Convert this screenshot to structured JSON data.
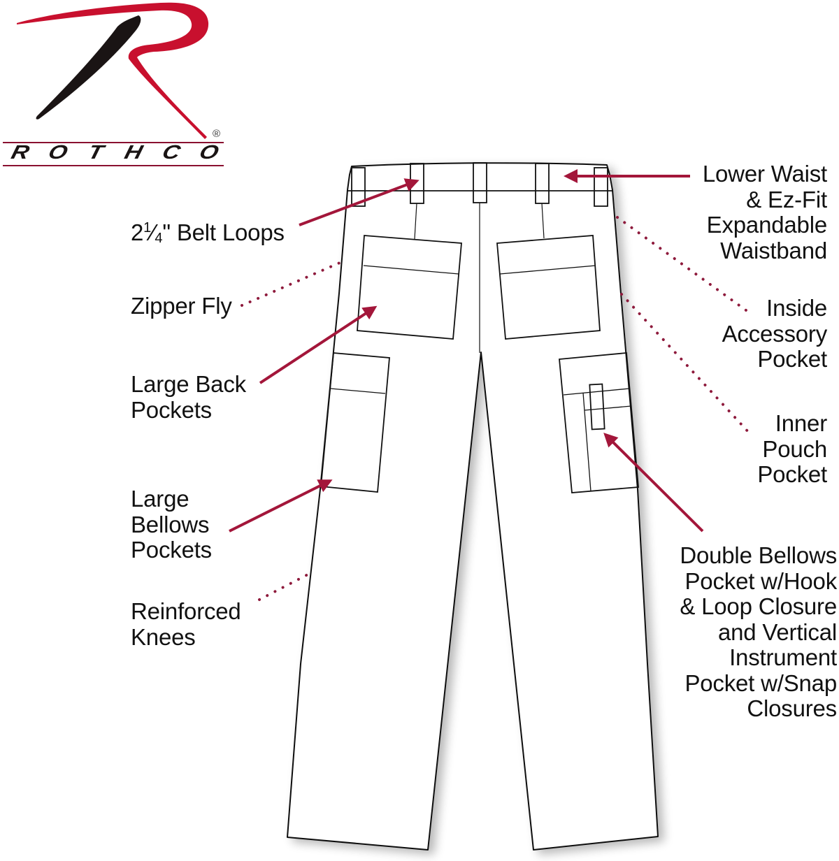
{
  "brand": {
    "name": "ROTHCO",
    "letters": [
      "R",
      "O",
      "T",
      "H",
      "C",
      "O"
    ],
    "registered_mark": "®",
    "colors": {
      "red": "#c8102e",
      "black": "#1a1414",
      "callout": "#a3163a"
    }
  },
  "diagram": {
    "subject": "Cargo pants (rear view) feature callouts",
    "callouts_left": [
      {
        "id": "belt-loops",
        "whole": "2",
        "num": "1",
        "den": "4",
        "rest": "\" Belt Loops",
        "line": "solid-arrow"
      },
      {
        "id": "zipper-fly",
        "text": "Zipper Fly",
        "line": "dotted"
      },
      {
        "id": "large-back-pockets",
        "text": "Large Back\nPockets",
        "line": "solid-arrow"
      },
      {
        "id": "large-bellows-pockets",
        "text": "Large\nBellows\nPockets",
        "line": "solid-arrow"
      },
      {
        "id": "reinforced-knees",
        "text": "Reinforced\nKnees",
        "line": "dotted"
      }
    ],
    "callouts_right": [
      {
        "id": "lower-waist",
        "text": "Lower Waist\n& Ez-Fit\nExpandable\nWaistband",
        "line": "solid-arrow"
      },
      {
        "id": "inside-accessory-pocket",
        "text": "Inside\nAccessory\nPocket",
        "line": "dotted"
      },
      {
        "id": "inner-pouch-pocket",
        "text": "Inner\nPouch\nPocket",
        "line": "dotted"
      },
      {
        "id": "double-bellows-pocket",
        "text": "Double Bellows\nPocket w/Hook\n& Loop Closure\nand Vertical\nInstrument\nPocket w/Snap\nClosures",
        "line": "solid-arrow"
      }
    ]
  }
}
